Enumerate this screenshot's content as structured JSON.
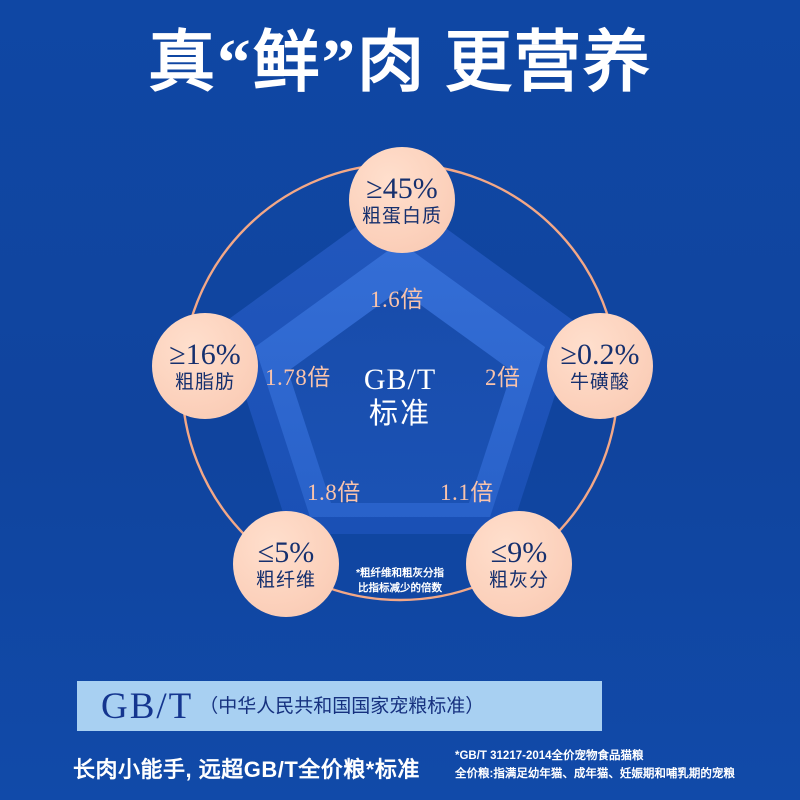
{
  "title": "真“鲜”肉 更营养",
  "chart_data": {
    "type": "radar",
    "title": "真“鲜”肉 更营养",
    "center_label_line1": "GB/T",
    "center_label_line2": "标准",
    "footnote": [
      "*粗纤维和粗灰分指",
      "比指标减少的倍数"
    ],
    "legend_position": "none",
    "grid": true,
    "categories": [
      "粗蛋白质",
      "牛磺酸",
      "粗灰分",
      "粗纤维",
      "粗脂肪"
    ],
    "nodes": [
      {
        "value": "≥45%",
        "name": "粗蛋白质",
        "multiplier": "1.6倍",
        "angle_deg": -90
      },
      {
        "value": "≥0.2%",
        "name": "牛磺酸",
        "multiplier": "2倍",
        "angle_deg": -18
      },
      {
        "value": "≤9%",
        "name": "粗灰分",
        "multiplier": "1.1倍",
        "angle_deg": 54
      },
      {
        "value": "≤5%",
        "name": "粗纤维",
        "multiplier": "1.8倍",
        "angle_deg": 126
      },
      {
        "value": "≥16%",
        "name": "粗脂肪",
        "multiplier": "1.78倍",
        "angle_deg": 198
      }
    ],
    "multipliers": [
      "1.6倍",
      "2倍",
      "1.1倍",
      "1.8倍",
      "1.78倍"
    ],
    "values": [
      "≥45%",
      "≥0.2%",
      "≤9%",
      "≤5%",
      "≥16%"
    ]
  },
  "banner": {
    "code": "GB/T",
    "paren": "（中华人民共和国国家宠粮标准）"
  },
  "tagline": "长肉小能手, 远超GB/T全价粮*标准",
  "fineprint": {
    "line1": "*GB/T  31217-2014全价宠物食品猫粮",
    "line2": "全价粮:指满足幼年猫、成年猫、妊娠期和哺乳期的宠粮"
  },
  "colors": {
    "background": "#0f449f",
    "bubble": "#fcd2bd",
    "bubble_text": "#16306e",
    "multiplier_text": "#f9c3ab",
    "ring_stroke": "#f3a887",
    "banner_bg": "#a8d0f2",
    "banner_text": "#14358f",
    "pentagon_outer": "#1a55bb",
    "pentagon_mid": "#2c68cf",
    "pentagon_inner": "#1b4fb0"
  }
}
